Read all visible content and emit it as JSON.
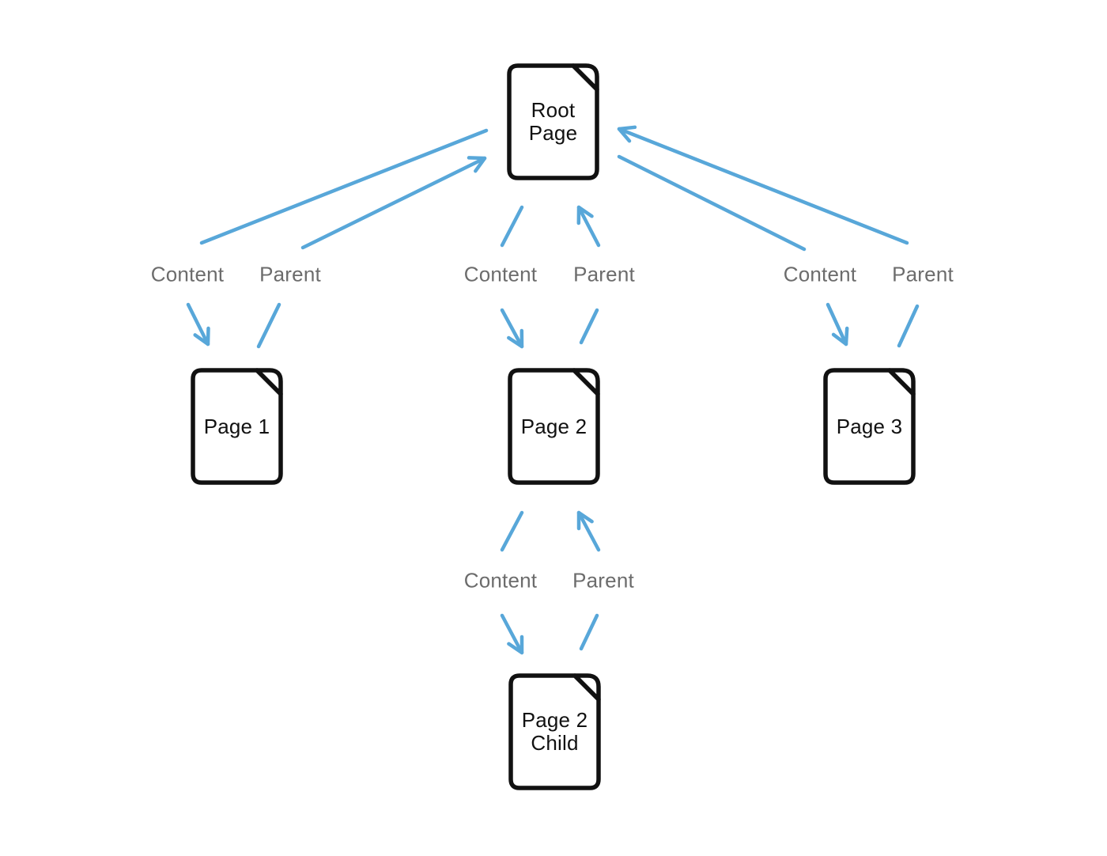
{
  "diagram": {
    "type": "page-hierarchy-diagram",
    "nodes": [
      {
        "id": "root-page",
        "label": "Root\nPage"
      },
      {
        "id": "page-1",
        "label": "Page 1"
      },
      {
        "id": "page-2",
        "label": "Page 2"
      },
      {
        "id": "page-3",
        "label": "Page 3"
      },
      {
        "id": "page-2-child",
        "label": "Page 2\nChild"
      }
    ],
    "edges": [
      {
        "from": "Root Page",
        "to": "Page 1",
        "label": "Content"
      },
      {
        "from": "Page 1",
        "to": "Root Page",
        "label": "Parent"
      },
      {
        "from": "Root Page",
        "to": "Page 2",
        "label": "Content"
      },
      {
        "from": "Page 2",
        "to": "Root Page",
        "label": "Parent"
      },
      {
        "from": "Root Page",
        "to": "Page 3",
        "label": "Content"
      },
      {
        "from": "Page 3",
        "to": "Root Page",
        "label": "Parent"
      },
      {
        "from": "Page 2",
        "to": "Page 2 Child",
        "label": "Content"
      },
      {
        "from": "Page 2 Child",
        "to": "Page 2",
        "label": "Parent"
      }
    ],
    "colors": {
      "arrow": "#58a7d9",
      "edge_label": "#6c6c6c",
      "node_stroke": "#111111",
      "node_text": "#111111",
      "background": "#ffffff"
    }
  }
}
